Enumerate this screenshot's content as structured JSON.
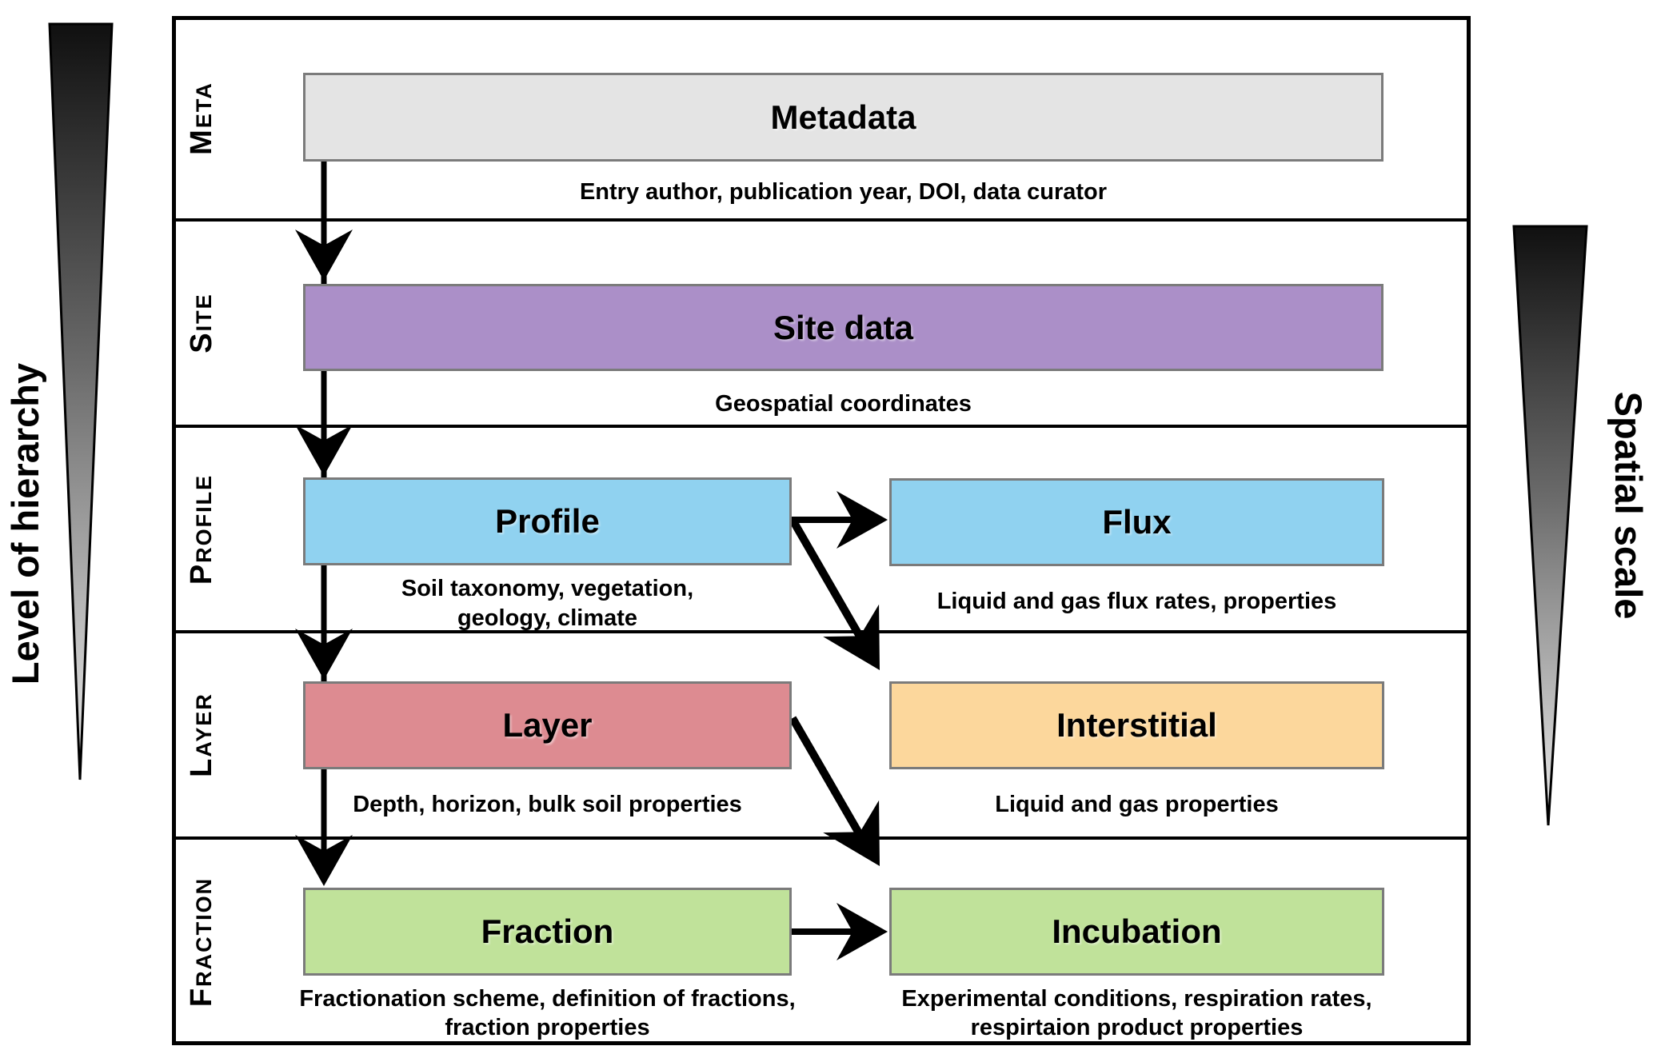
{
  "labels": {
    "left": "Level of hierarchy",
    "right": "Spatial scale"
  },
  "rows": [
    {
      "label": "Meta",
      "boxes": [
        {
          "title": "Metadata",
          "caption": "Entry author, publication year, DOI, data curator",
          "color": "#e4e4e4"
        }
      ]
    },
    {
      "label": "Site",
      "boxes": [
        {
          "title": "Site data",
          "caption": "Geospatial coordinates",
          "color": "#ab8fc8"
        }
      ]
    },
    {
      "label": "Profile",
      "boxes": [
        {
          "title": "Profile",
          "caption": "Soil taxonomy, vegetation,\ngeology, climate",
          "color": "#90d2f0"
        },
        {
          "title": "Flux",
          "caption": "Liquid and gas flux rates, properties",
          "color": "#90d2f0"
        }
      ]
    },
    {
      "label": "Layer",
      "boxes": [
        {
          "title": "Layer",
          "caption": "Depth, horizon, bulk soil properties",
          "color": "#dd8b91"
        },
        {
          "title": "Interstitial",
          "caption": "Liquid and gas properties",
          "color": "#fcd79c"
        }
      ]
    },
    {
      "label": "Fraction",
      "boxes": [
        {
          "title": "Fraction",
          "caption": "Fractionation scheme, definition of fractions,\nfraction properties",
          "color": "#c0e29a"
        },
        {
          "title": "Incubation",
          "caption": "Experimental conditions, respiration rates,\nrespirtaion product properties",
          "color": "#c0e29a"
        }
      ]
    }
  ],
  "arrow_color": "#000000"
}
